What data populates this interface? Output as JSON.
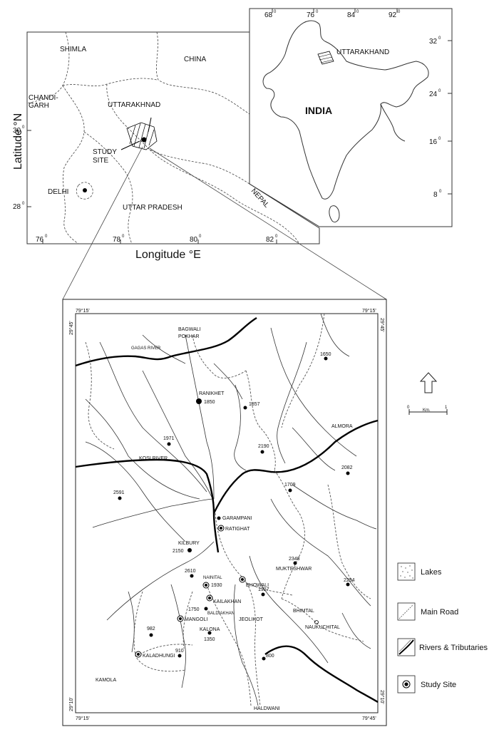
{
  "regional_map": {
    "regions": {
      "shimla": "SHIMLA",
      "china": "CHINA",
      "chandigarh": "CHANDI-\nGARH",
      "uttarakhand": "UTTARAKHNAD",
      "study_site": "STUDY\nSITE",
      "delhi": "DELHI",
      "uttar_pradesh": "UTTAR PRADESH",
      "nepal": "NEPAL"
    },
    "lat_ticks": [
      {
        "deg": "30",
        "unit": "0"
      },
      {
        "deg": "28",
        "unit": "0"
      }
    ],
    "lon_ticks": [
      {
        "deg": "76",
        "unit": "0"
      },
      {
        "deg": "78",
        "unit": "0"
      },
      {
        "deg": "80",
        "unit": "0"
      },
      {
        "deg": "82",
        "unit": "0"
      }
    ],
    "y_axis_label": "Latitude °N",
    "x_axis_label": "Longitude °E"
  },
  "india_inset": {
    "country": "INDIA",
    "state": "UTTARAKHAND",
    "lon_ticks": [
      {
        "deg": "68",
        "unit": "0"
      },
      {
        "deg": "76",
        "unit": "0"
      },
      {
        "deg": "84",
        "unit": "0"
      },
      {
        "deg": "92",
        "unit": "0"
      }
    ],
    "lat_ticks": [
      {
        "deg": "32",
        "unit": "0"
      },
      {
        "deg": "24",
        "unit": "0"
      },
      {
        "deg": "16",
        "unit": "0"
      },
      {
        "deg": "8",
        "unit": "0"
      }
    ]
  },
  "detail_map": {
    "corners": {
      "top_left": "79°15'",
      "top_right": "79°15'",
      "bottom_left": "79°15'",
      "bottom_right": "79°45'",
      "left_top": "29°45'",
      "left_bottom": "29°10'",
      "right_top": "29°45'",
      "right_bottom": "29°10'"
    },
    "places": {
      "bagwali_pokhar": "BAGWALI\nPOKHAR",
      "gagas_river": "GAGAS RIVER",
      "ranikhet": "RANIKHET",
      "almora": "ALMORA",
      "kosi_river": "KOSI RIVER",
      "garampani": "GARAMPANI",
      "ratighat": "RATIGHAT",
      "kilbury": "KILBURY",
      "mukteshwar": "MUKTESHWAR",
      "nainital": "NAINITAL",
      "bhowali": "BHOWALI",
      "kailakhan": "KAILAKHAN",
      "baldiakhan": "BALDIAKHAN",
      "mangoli": "MANGOLI",
      "jeolikot": "JEOLIKOT",
      "bhimtal": "BHIMTAL",
      "kalona": "KALONA",
      "naukuchital": "NAUKUCHITAL",
      "kaladhungi": "KALADHUNGI",
      "kamola": "KAMOLA",
      "haldwani": "HALDWANI"
    },
    "elevations": {
      "e1650": "1650",
      "e1850": "1850",
      "e1857": "1857",
      "e1971": "1971",
      "e2190": "2190",
      "e2082": "2082",
      "e1709": "1709",
      "e2591": "2591",
      "e2150": "2150",
      "e2348": "2348",
      "e2610": "2610",
      "e1930": "1930",
      "e1927": "1927",
      "e2294": "2294",
      "e1750": "1750",
      "e982": "982",
      "e1350": "1350",
      "e910": "910",
      "e800": "800"
    }
  },
  "scale_bar": {
    "start": "0",
    "unit": "Km.",
    "end": "1"
  },
  "legend": {
    "items": [
      {
        "label": "Lakes",
        "icon": "lakes-stipple-icon"
      },
      {
        "label": "Main Road",
        "icon": "main-road-hatch-icon"
      },
      {
        "label": "Rivers & Tributaries",
        "icon": "river-icon"
      },
      {
        "label": "Study Site",
        "icon": "study-site-icon"
      }
    ]
  }
}
